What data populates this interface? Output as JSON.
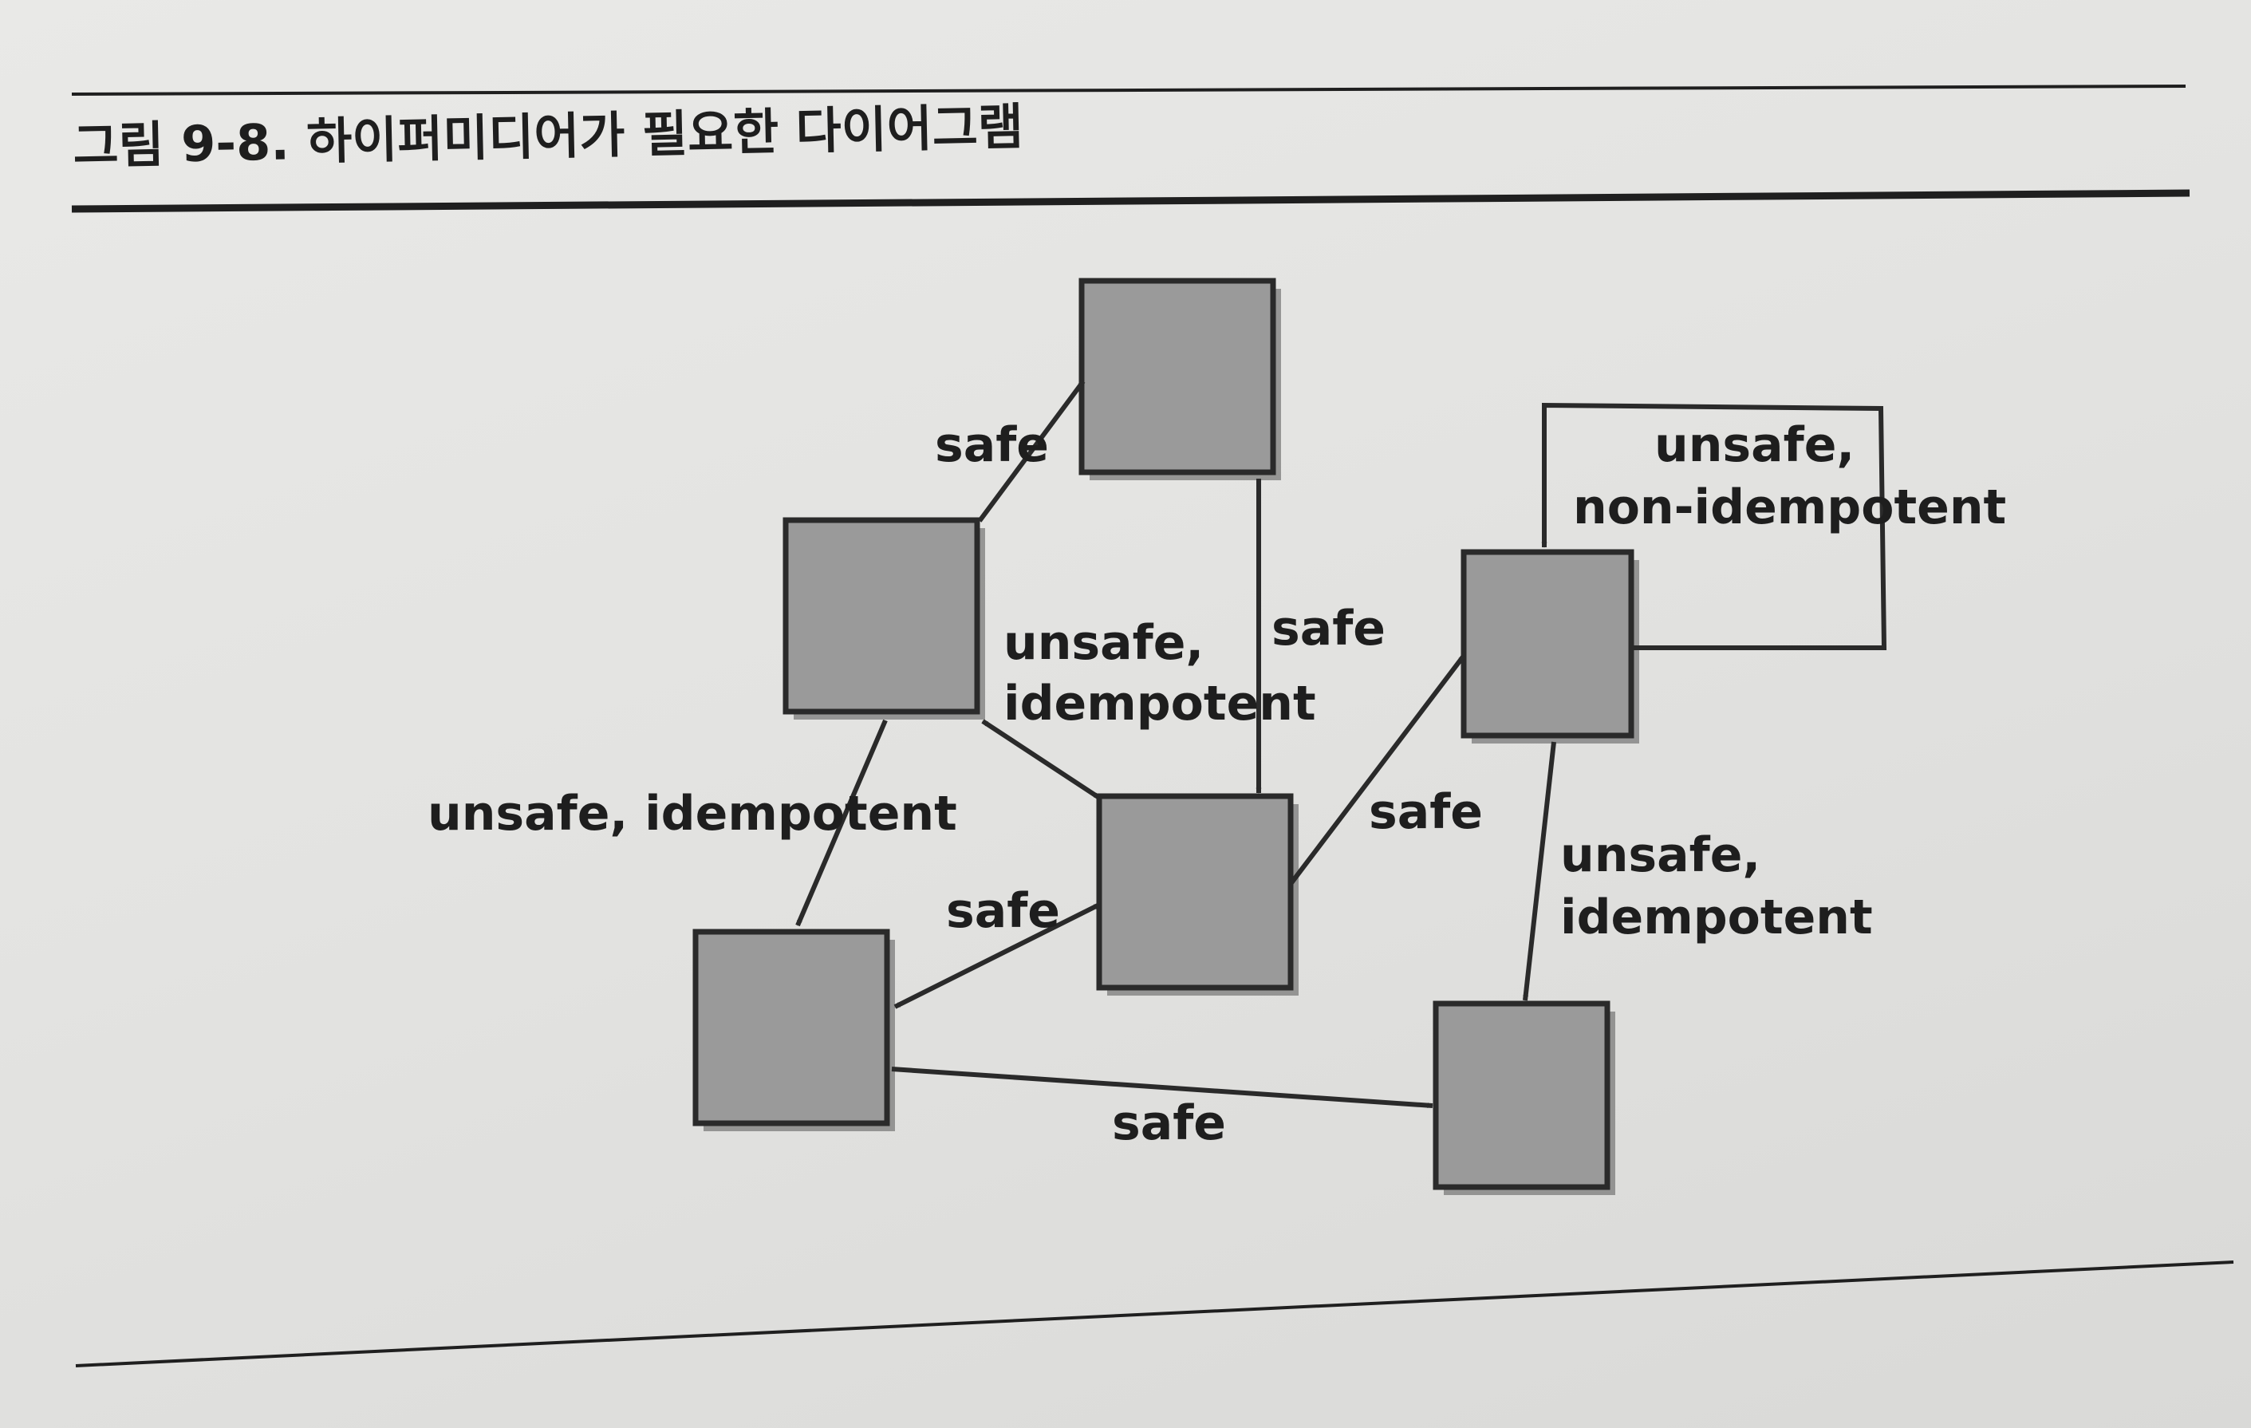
{
  "figure": {
    "caption": "그림 9-8. 하이퍼미디어가 필요한 다이어그램"
  },
  "edges": {
    "e1": [
      "safe"
    ],
    "e2": [
      "safe"
    ],
    "e3": [
      "unsafe,",
      "idempotent"
    ],
    "e4": [
      "unsafe, idempotent"
    ],
    "e5": [
      "safe"
    ],
    "e6": [
      "safe"
    ],
    "e7": [
      "safe"
    ],
    "e8": [
      "unsafe,",
      "non-idempotent"
    ],
    "e9": [
      "unsafe,",
      "idempotent"
    ]
  }
}
